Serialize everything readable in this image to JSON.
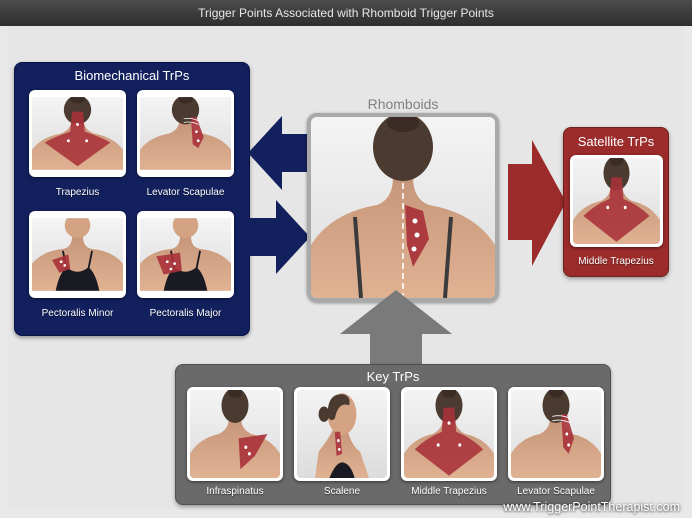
{
  "title": "Trigger Points Associated with Rhomboid Trigger Points",
  "central_muscle": "Rhomboids",
  "groups": {
    "biomechanical": {
      "title": "Biomechanical TrPs",
      "color": "#13205e",
      "items": [
        "Trapezius",
        "Levator Scapulae",
        "Pectoralis Minor",
        "Pectoralis Major"
      ]
    },
    "satellite": {
      "title": "Satellite TrPs",
      "color": "#9c2c2c",
      "items": [
        "Middle Trapezius"
      ]
    },
    "key": {
      "title": "Key TrPs",
      "color": "#6a6a6a",
      "items": [
        "Infraspinatus",
        "Scalene",
        "Middle Trapezius",
        "Levator Scapulae"
      ]
    }
  },
  "watermark": "www.TriggerPointTherapist.com",
  "colors": {
    "skin": "#d9ab8a",
    "muscle_highlight": "#a8323a",
    "hair": "#4a3a30",
    "arrow_blue": "#13205e",
    "arrow_red": "#9c2c2c",
    "arrow_gray": "#7a7a7a"
  }
}
